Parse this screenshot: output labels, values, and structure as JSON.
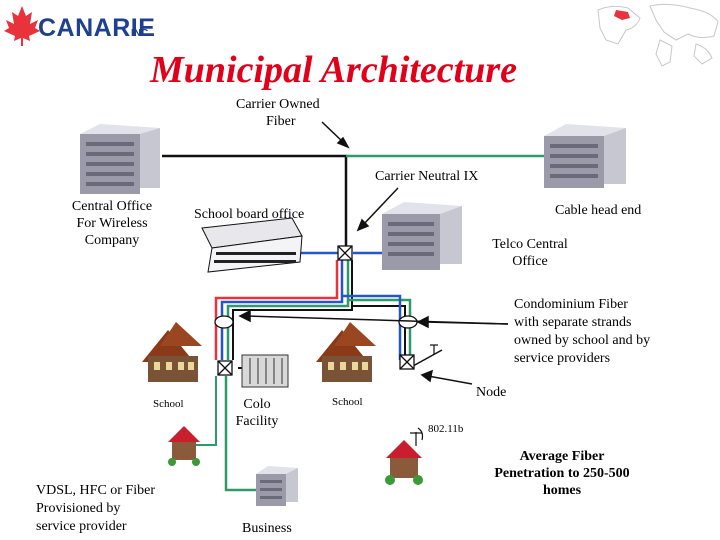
{
  "logo": {
    "name": "CANARIE",
    "suffix": "INC."
  },
  "title": "Municipal Architecture",
  "labels": {
    "carrier_owned_fiber": [
      "Carrier Owned",
      "Fiber"
    ],
    "carrier_neutral_ix": "Carrier Neutral IX",
    "central_office": [
      "Central Office",
      "For Wireless",
      "Company"
    ],
    "school_board_office": "School board office",
    "cable_head_end": "Cable head end",
    "telco_central_office": [
      "Telco Central",
      "Office"
    ],
    "condominium_fiber": [
      "Condominium  Fiber",
      "with separate strands",
      "owned by school and by",
      "service providers"
    ],
    "school_left": "School",
    "colo_facility": [
      "Colo",
      "Facility"
    ],
    "school_right": "School",
    "node": "Node",
    "wifi": "802.11b",
    "vdsl": [
      "VDSL, HFC or Fiber",
      "Provisioned by",
      "service provider"
    ],
    "business": "Business",
    "average_fiber": [
      "Average Fiber",
      "Penetration to 250-500",
      "homes"
    ]
  },
  "colors": {
    "title": "#e0001a",
    "logo": "#1f3f8f",
    "red_fiber": "#e8323c",
    "blue_fiber": "#2456c8",
    "green_fiber": "#2e9a6a",
    "black_fiber": "#111111",
    "building_roof": "#8a3a18",
    "building_wall": "#7a5236",
    "server": "#8f8f9e"
  }
}
